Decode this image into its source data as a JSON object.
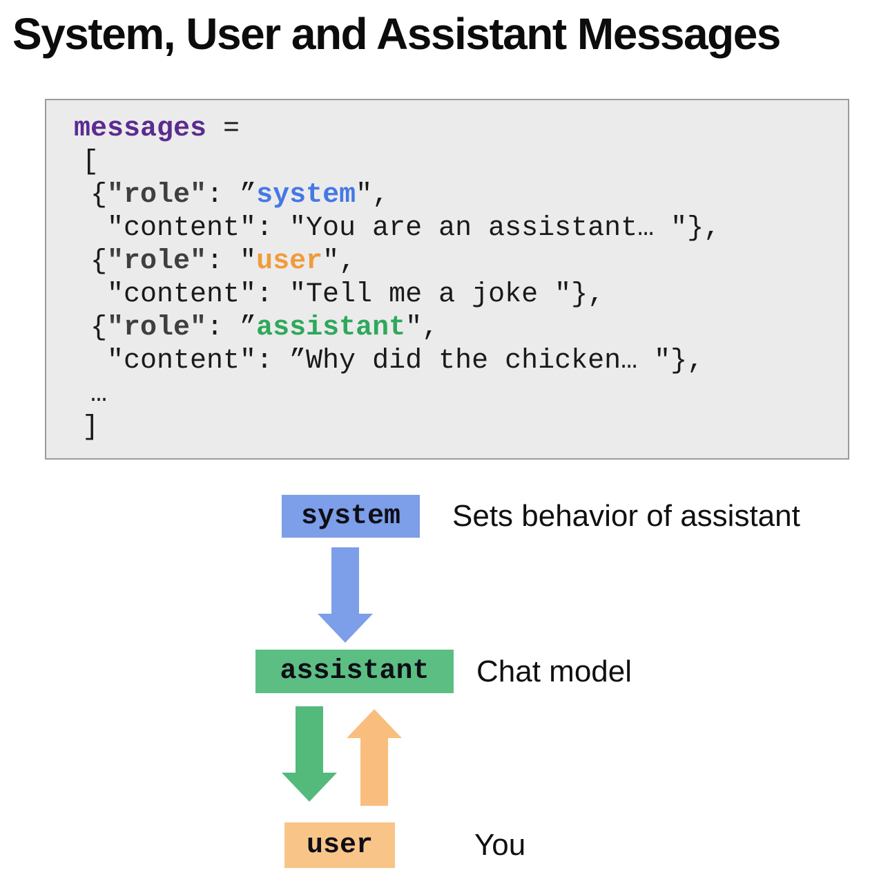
{
  "title": "System, User and Assistant Messages",
  "colors": {
    "code_background": "#ebebeb",
    "code_border": "#9b9b9b",
    "keyword_purple": "#5b2c8f",
    "role_key_gray": "#3f3f3f",
    "system_blue": "#4478e4",
    "user_orange": "#f09b3c",
    "assistant_green": "#2ea85c",
    "system_box_blue": "#7d9ee8",
    "assistant_box_green": "#5cbe82",
    "user_box_orange": "#f8c488",
    "green_arrow": "#53ba7b",
    "orange_arrow": "#f9be7e"
  },
  "code": {
    "keyword": "messages",
    "assign": " =",
    "bracket_open": "[",
    "entry_system": {
      "brace": "{",
      "key": "\"role\"",
      "sep": ": ",
      "quote": "”",
      "value": "system",
      "end": "\","
    },
    "content_system": "\"content\": \"You are an assistant… \"},",
    "entry_user": {
      "brace": "{",
      "key": "\"role\"",
      "sep": ": ",
      "quote": "\"",
      "value": "user",
      "end": "\","
    },
    "content_user": "\"content\": \"Tell me a joke \"},",
    "entry_assistant": {
      "brace": "{",
      "key": "\"role\"",
      "sep": ": ",
      "quote": "”",
      "value": "assistant",
      "end": "\","
    },
    "content_assistant": "\"content\": ”Why did the chicken… \"},",
    "ellipsis": "…",
    "bracket_close": "]"
  },
  "diagram": {
    "system": {
      "box_label": "system",
      "description": "Sets behavior of assistant"
    },
    "assistant": {
      "box_label": "assistant",
      "description": "Chat model"
    },
    "user": {
      "box_label": "user",
      "description": "You"
    }
  }
}
